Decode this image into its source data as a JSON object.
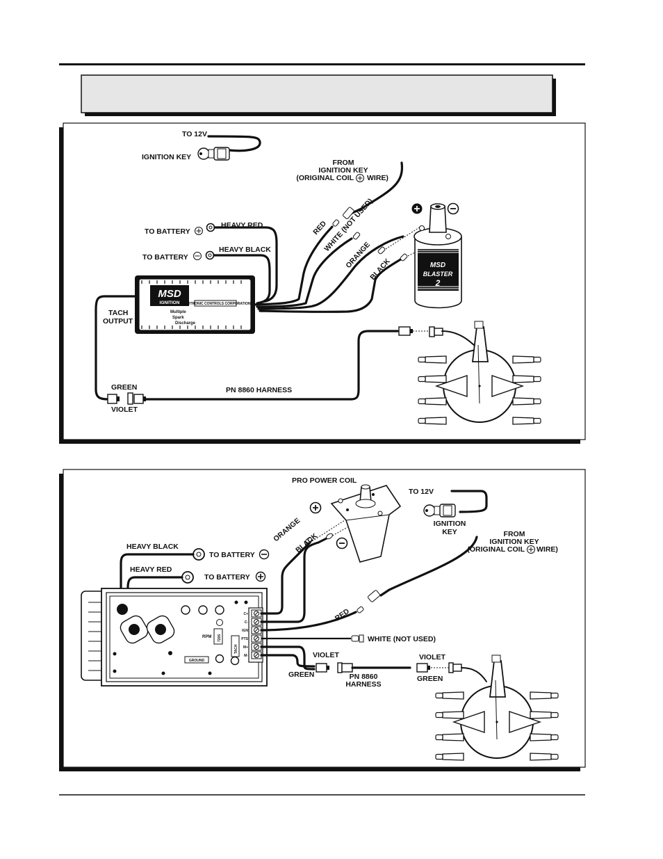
{
  "title_banner": {
    "text": ""
  },
  "diagram_top": {
    "labels": {
      "to_12v": "TO 12V",
      "ignition_key": "IGNITION KEY",
      "from_key_1": "FROM",
      "from_key_2": "IGNITION KEY",
      "from_key_3a": "(ORIGINAL COIL",
      "from_key_3b": "WIRE)",
      "to_battery_pos": "TO BATTERY",
      "to_battery_neg": "TO BATTERY",
      "heavy_red": "HEAVY RED",
      "heavy_black": "HEAVY BLACK",
      "red": "RED",
      "white_not_used": "WHITE (NOT USED)",
      "orange": "ORANGE",
      "black": "BLACK",
      "tach_1": "TACH",
      "tach_2": "OUTPUT",
      "green": "GREEN",
      "violet": "VIOLET",
      "harness": "PN 8860 HARNESS",
      "box_brand": "MSD",
      "box_sub": "IGNITION",
      "box_desc_1": "Multiple",
      "box_desc_2": "Spark",
      "box_desc_3": "Discharge",
      "box_plate": "AUTOTRONIC CONTROLS CORPORATION",
      "coil_brand": "MSD",
      "coil_name": "BLASTER",
      "coil_num": "2"
    }
  },
  "diagram_bottom": {
    "labels": {
      "pro_power_coil": "PRO POWER COIL",
      "to_12v": "TO 12V",
      "ignition_1": "IGNITION",
      "ignition_2": "KEY",
      "from_key_1": "FROM",
      "from_key_2": "IGNITION KEY",
      "from_key_3a": "(ORIGINAL COIL",
      "from_key_3b": "WIRE)",
      "heavy_black": "HEAVY BLACK",
      "heavy_red": "HEAVY RED",
      "to_battery_neg": "TO BATTERY",
      "to_battery_pos": "TO BATTERY",
      "orange": "ORANGE",
      "black": "BLACK",
      "red": "RED",
      "white_not_used": "WHITE (NOT USED)",
      "violet_1": "VIOLET",
      "green_1": "GREEN",
      "harness_1": "PN 8860",
      "harness_2": "HARNESS",
      "violet_2": "VIOLET",
      "green_2": "GREEN",
      "rpm": "RPM",
      "ground": "GROUND",
      "tach": "TACH",
      "module": "7205",
      "terminals": [
        "C+",
        "C-",
        "IGN",
        "PTS",
        "M+",
        "M-"
      ]
    }
  },
  "colors": {
    "ink": "#111111",
    "banner_fill": "#e6e6e6",
    "background": "#ffffff"
  }
}
